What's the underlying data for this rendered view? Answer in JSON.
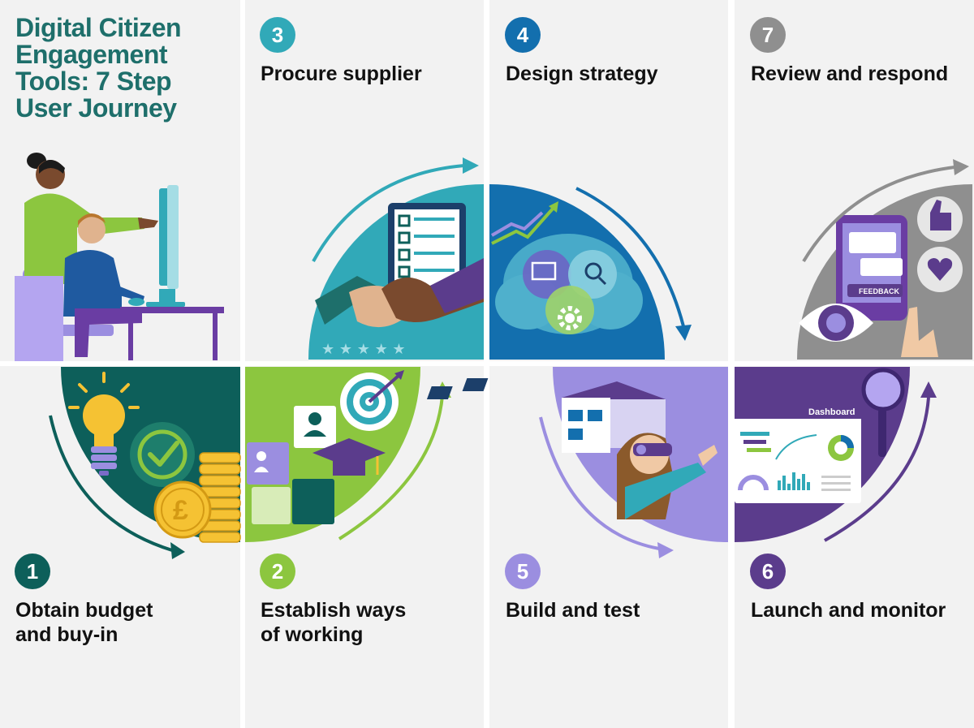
{
  "title": {
    "line1": "Digital Citizen",
    "line2": "Engagement",
    "line3": "Tools: 7 Step",
    "line4": "User Journey"
  },
  "colors": {
    "step1": "#0d5f5a",
    "step2": "#8cc63f",
    "step3": "#31a9b8",
    "step4": "#136fae",
    "step5": "#9b8ee0",
    "step6": "#5b3c8c",
    "step7": "#8f8f8f",
    "title": "#1e6f6b",
    "panel": "#f2f2f2"
  },
  "steps": [
    {
      "number": "1",
      "line1": "Obtain budget",
      "line2": "and buy-in"
    },
    {
      "number": "2",
      "line1": "Establish ways",
      "line2": "of working"
    },
    {
      "number": "3",
      "line1": "Procure supplier",
      "line2": ""
    },
    {
      "number": "4",
      "line1": "Design strategy",
      "line2": ""
    },
    {
      "number": "5",
      "line1": "Build and test",
      "line2": ""
    },
    {
      "number": "6",
      "line1": "Launch and monitor",
      "line2": ""
    },
    {
      "number": "7",
      "line1": "Review and respond",
      "line2": ""
    }
  ],
  "illustrations": {
    "feedback_label": "FEEDBACK",
    "dashboard_label": "Dashboard",
    "currency_symbol": "£",
    "icons": [
      "lightbulb-icon",
      "checkmark-icon",
      "coins-icon",
      "puzzle-icon",
      "target-icon",
      "graduation-cap-icon",
      "handshake-icon",
      "checklist-icon",
      "star-rating-icon",
      "trend-chart-icon",
      "venn-icon",
      "gear-icon",
      "building-icon",
      "vr-headset-icon",
      "dashboard-icon",
      "magnifier-icon",
      "eye-icon",
      "thumbs-up-icon",
      "heart-icon",
      "speech-bubble-icon"
    ]
  }
}
